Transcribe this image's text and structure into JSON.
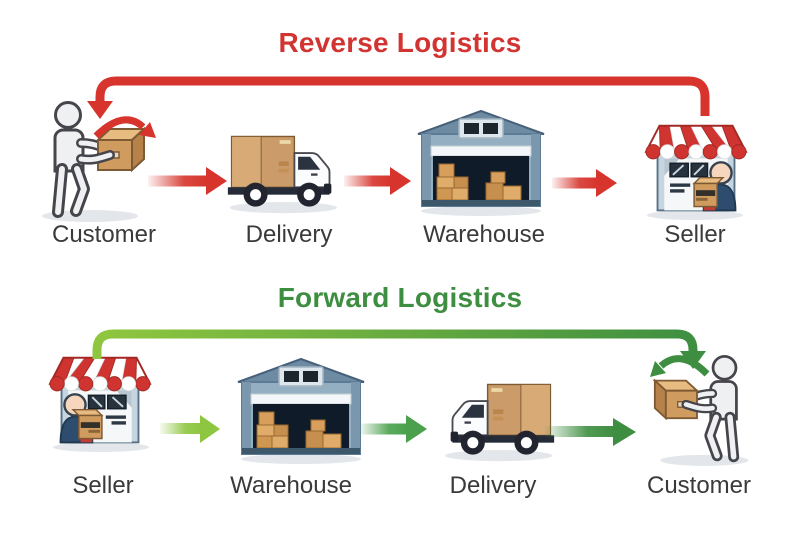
{
  "page": {
    "background": "#ffffff"
  },
  "reverse_flow": {
    "title": "Reverse Logistics",
    "accent_color": "#d6342c",
    "loop": {
      "from": "Seller",
      "to": "Customer"
    },
    "steps": [
      {
        "label": "Customer",
        "icon": "customer-person-box-icon"
      },
      {
        "label": "Delivery",
        "icon": "delivery-truck-icon"
      },
      {
        "label": "Warehouse",
        "icon": "warehouse-icon"
      },
      {
        "label": "Seller",
        "icon": "seller-storefront-icon"
      }
    ],
    "connections": [
      {
        "from": "Customer",
        "to": "Delivery"
      },
      {
        "from": "Delivery",
        "to": "Warehouse"
      },
      {
        "from": "Warehouse",
        "to": "Seller"
      }
    ]
  },
  "forward_flow": {
    "title": "Forward Logistics",
    "accent_color": "#3e8e41",
    "accent_color_light": "#8ec641",
    "loop": {
      "from": "Seller",
      "to": "Customer"
    },
    "steps": [
      {
        "label": "Seller",
        "icon": "seller-storefront-icon"
      },
      {
        "label": "Warehouse",
        "icon": "warehouse-icon"
      },
      {
        "label": "Delivery",
        "icon": "delivery-truck-icon"
      },
      {
        "label": "Customer",
        "icon": "customer-person-box-icon"
      }
    ],
    "connections": [
      {
        "from": "Seller",
        "to": "Warehouse"
      },
      {
        "from": "Warehouse",
        "to": "Delivery"
      },
      {
        "from": "Delivery",
        "to": "Customer"
      }
    ]
  }
}
